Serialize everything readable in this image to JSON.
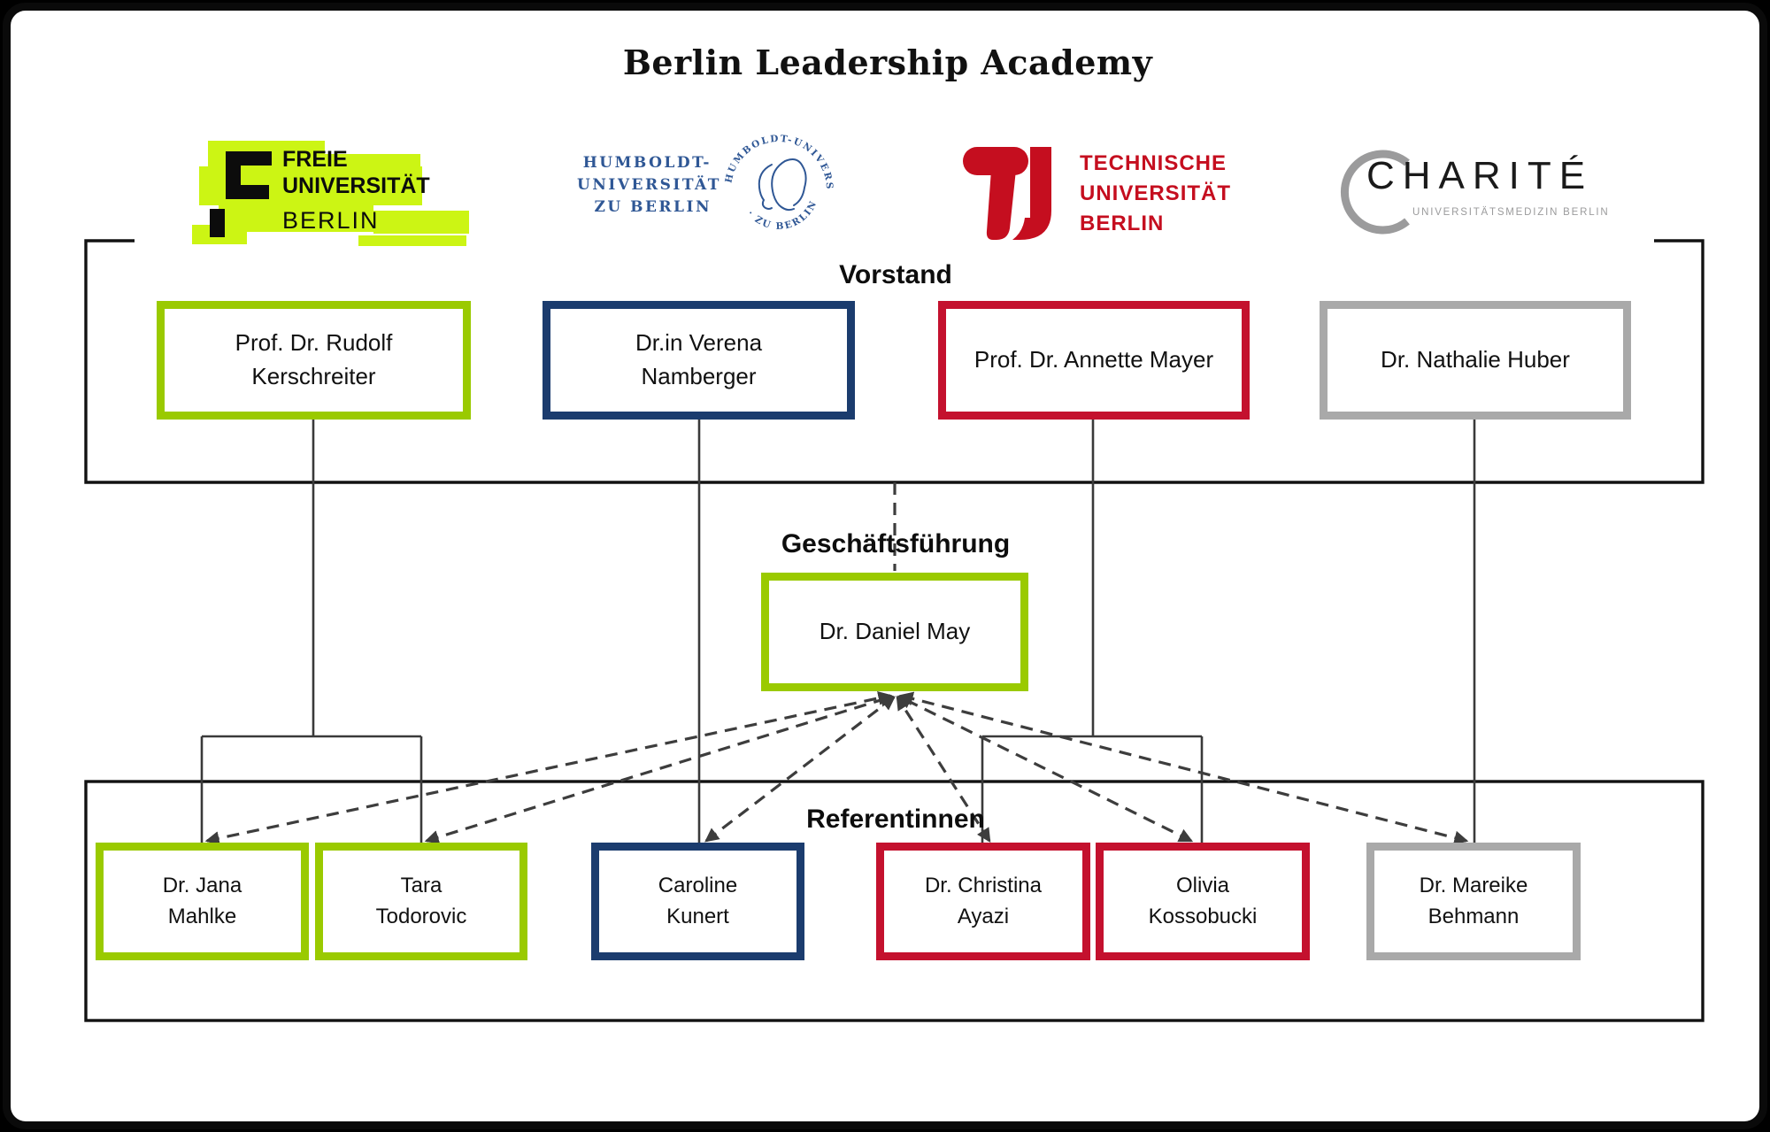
{
  "title": "Berlin Leadership Academy",
  "logos": {
    "fu": {
      "line1": "FREIE",
      "line2": "UNIVERSITÄT",
      "line3": "BERLIN"
    },
    "hu": {
      "line1": "HUMBOLDT-",
      "line2": "UNIVERSITÄT",
      "line3": "ZU BERLIN",
      "seal_top": "HUMBOLDT-UNIVERSITÄT",
      "seal_bottom": "· ZU BERLIN ·"
    },
    "tu": {
      "line1": "TECHNISCHE",
      "line2": "UNIVERSITÄT",
      "line3": "BERLIN"
    },
    "charite": {
      "name": "CHARITÉ",
      "subtitle": "UNIVERSITÄTSMEDIZIN BERLIN"
    }
  },
  "sections": {
    "vorstand": {
      "label": "Vorstand",
      "members": [
        {
          "name": "Prof. Dr. Rudolf\nKerschreiter",
          "affiliation_color": "green"
        },
        {
          "name": "Dr.in Verena\nNamberger",
          "affiliation_color": "blue"
        },
        {
          "name": "Prof. Dr. Annette Mayer",
          "affiliation_color": "red"
        },
        {
          "name": "Dr. Nathalie Huber",
          "affiliation_color": "grey"
        }
      ]
    },
    "geschaeftsfuehrung": {
      "label": "Geschäftsführung",
      "members": [
        {
          "name": "Dr. Daniel May",
          "affiliation_color": "green"
        }
      ]
    },
    "referentinnen": {
      "label": "Referentinnen",
      "members": [
        {
          "name": "Dr. Jana\nMahlke",
          "affiliation_color": "green"
        },
        {
          "name": "Tara\nTodorovic",
          "affiliation_color": "green"
        },
        {
          "name": "Caroline\nKunert",
          "affiliation_color": "blue"
        },
        {
          "name": "Dr. Christina\nAyazi",
          "affiliation_color": "red"
        },
        {
          "name": "Olivia\nKossobucki",
          "affiliation_color": "red"
        },
        {
          "name": "Dr. Mareike\nBehmann",
          "affiliation_color": "grey"
        }
      ]
    }
  },
  "colors": {
    "box_green": "#9ACA00",
    "box_blue": "#1B3C6E",
    "box_red": "#C4112E",
    "box_grey": "#A9A9A9",
    "fu_green": "#CCF514",
    "hu_blue": "#2F5795",
    "tu_red": "#C50E1F",
    "charite_grey": "#9B9B9C"
  }
}
